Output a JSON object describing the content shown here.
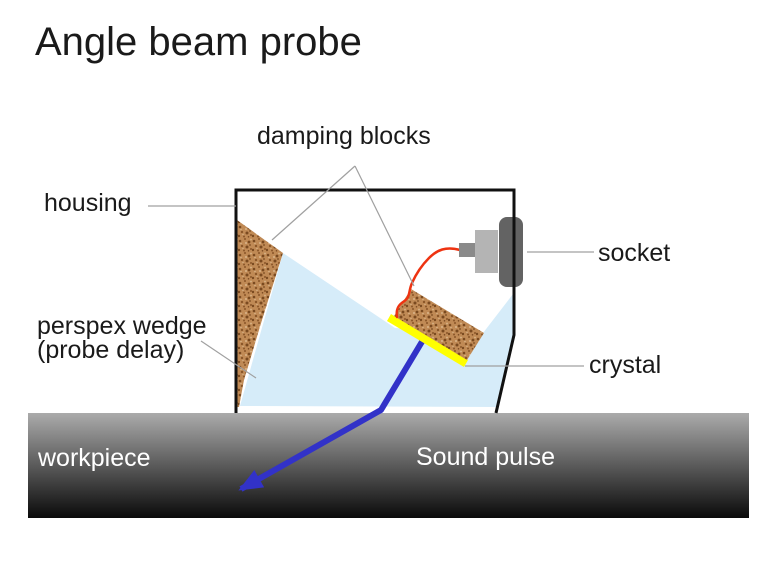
{
  "title": "Angle beam probe",
  "labels": {
    "damping_blocks": "damping blocks",
    "housing": "housing",
    "perspex_line1": "perspex wedge",
    "perspex_line2": "(probe delay)",
    "socket": "socket",
    "crystal": "crystal",
    "workpiece": "workpiece",
    "sound_pulse": "Sound pulse"
  },
  "colors": {
    "wedge_blue": "#d6ecf9",
    "cork_base": "#c08a55",
    "cork_dark": "#7a4a20",
    "cork_mid": "#8a5628",
    "cork_light": "#d9b58a",
    "crystal_yellow": "#ffff00",
    "beam_blue": "#3232c8",
    "wire_red": "#ee3311",
    "socket_light": "#b4b4b4",
    "socket_mid": "#8a8a8a",
    "socket_dark": "#636363",
    "housing_stroke": "#111111",
    "leader_gray": "#a0a0a0",
    "workpiece_top": "#ababab",
    "workpiece_bottom": "#0a0a0a",
    "text_dark": "#1a1a1a",
    "text_light": "#ffffff"
  }
}
